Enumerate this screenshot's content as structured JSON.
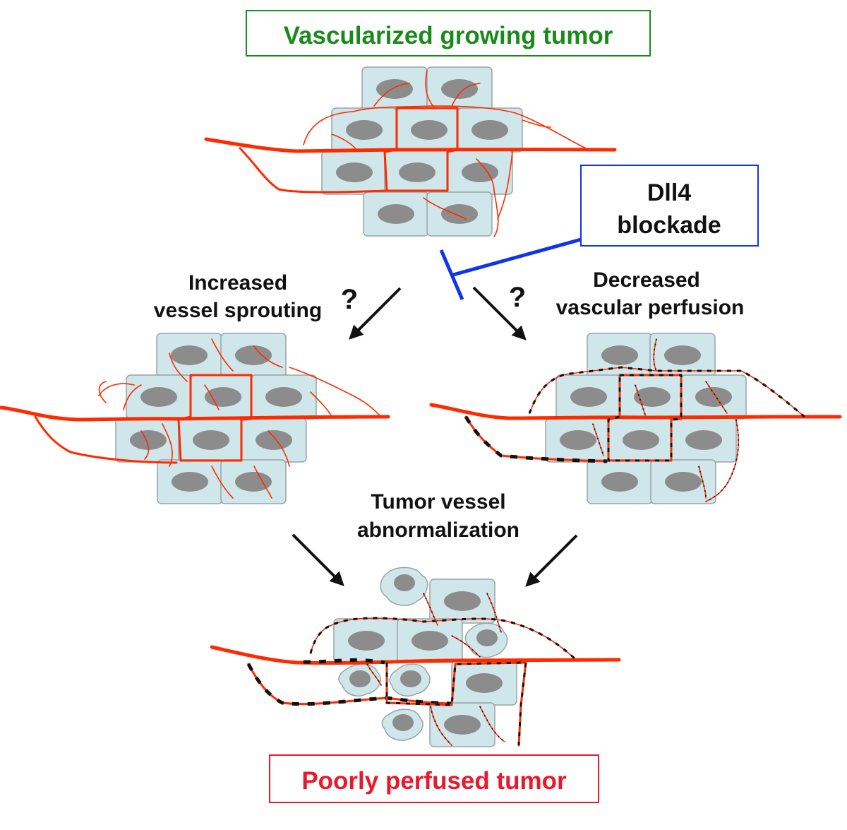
{
  "title_top": "Vascularized growing tumor",
  "dll4_box": [
    "Dll4",
    "blockade"
  ],
  "left_label": [
    "Increased",
    "vessel sprouting"
  ],
  "right_label": [
    "Decreased",
    "vascular perfusion"
  ],
  "question_mark": "?",
  "middle_label": [
    "Tumor vessel",
    "abnormalization"
  ],
  "title_bottom": "Poorly perfused tumor",
  "colors": {
    "green_title": "#1a8a1a",
    "red_title": "#e8192c",
    "blue_inhibit": "#1133ee",
    "vessel_red": "#ff2a00",
    "cell_fill": "#cfe7ea",
    "nucleus": "#8c8c8c"
  },
  "icons": {
    "cell": "tumor-cell",
    "vessel": "blood-vessel",
    "arrow": "arrow",
    "inhibit": "inhibition-bar"
  }
}
